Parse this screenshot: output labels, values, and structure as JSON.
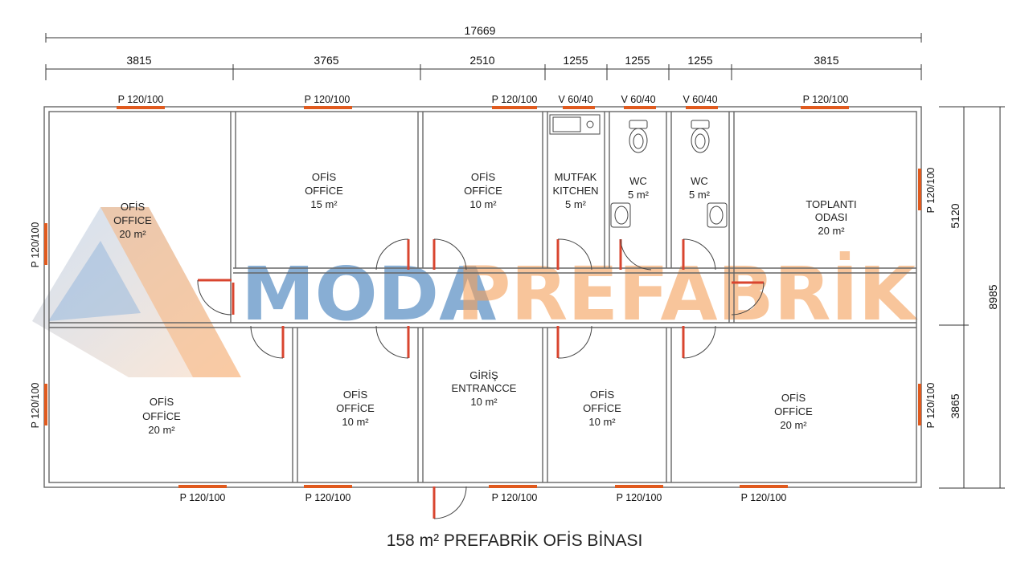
{
  "dimensions": {
    "total": "17669",
    "top": [
      "3815",
      "3765",
      "2510",
      "1255",
      "1255",
      "1255",
      "3815"
    ],
    "right_total": "8985",
    "right_upper": "5120",
    "right_lower": "3865"
  },
  "windows": {
    "p": "P 120/100",
    "v": "V 60/40"
  },
  "rooms": {
    "office_nw": [
      "OFİS",
      "OFFICE",
      "20 m²"
    ],
    "office_n2": [
      "OFİS",
      "OFFİCE",
      "15 m²"
    ],
    "office_n3": [
      "OFİS",
      "OFFİCE",
      "10 m²"
    ],
    "kitchen": [
      "MUTFAK",
      "KITCHEN",
      "5 m²"
    ],
    "wc1": [
      "WC",
      "5 m²"
    ],
    "wc2": [
      "WC",
      "5 m²"
    ],
    "meeting": [
      "TOPLANTI",
      "ODASI",
      "20 m²"
    ],
    "office_sw": [
      "OFİS",
      "OFFİCE",
      "20 m²"
    ],
    "office_s2": [
      "OFİS",
      "OFFİCE",
      "10 m²"
    ],
    "entrance": [
      "GİRİŞ",
      "ENTRANCCE",
      "10 m²"
    ],
    "office_s4": [
      "OFİS",
      "OFFİCE",
      "10 m²"
    ],
    "office_se": [
      "OFİS",
      "OFFİCE",
      "20 m²"
    ]
  },
  "watermark": {
    "part1": "MODA",
    "part2": "PREFABRİK",
    "color1": "#5b8fc4",
    "color2": "#f5a05a"
  },
  "caption": "158 m² PREFABRİK OFİS BİNASI",
  "colors": {
    "wall": "#555555",
    "window": "#e05a1e",
    "door": "#c0392b"
  }
}
